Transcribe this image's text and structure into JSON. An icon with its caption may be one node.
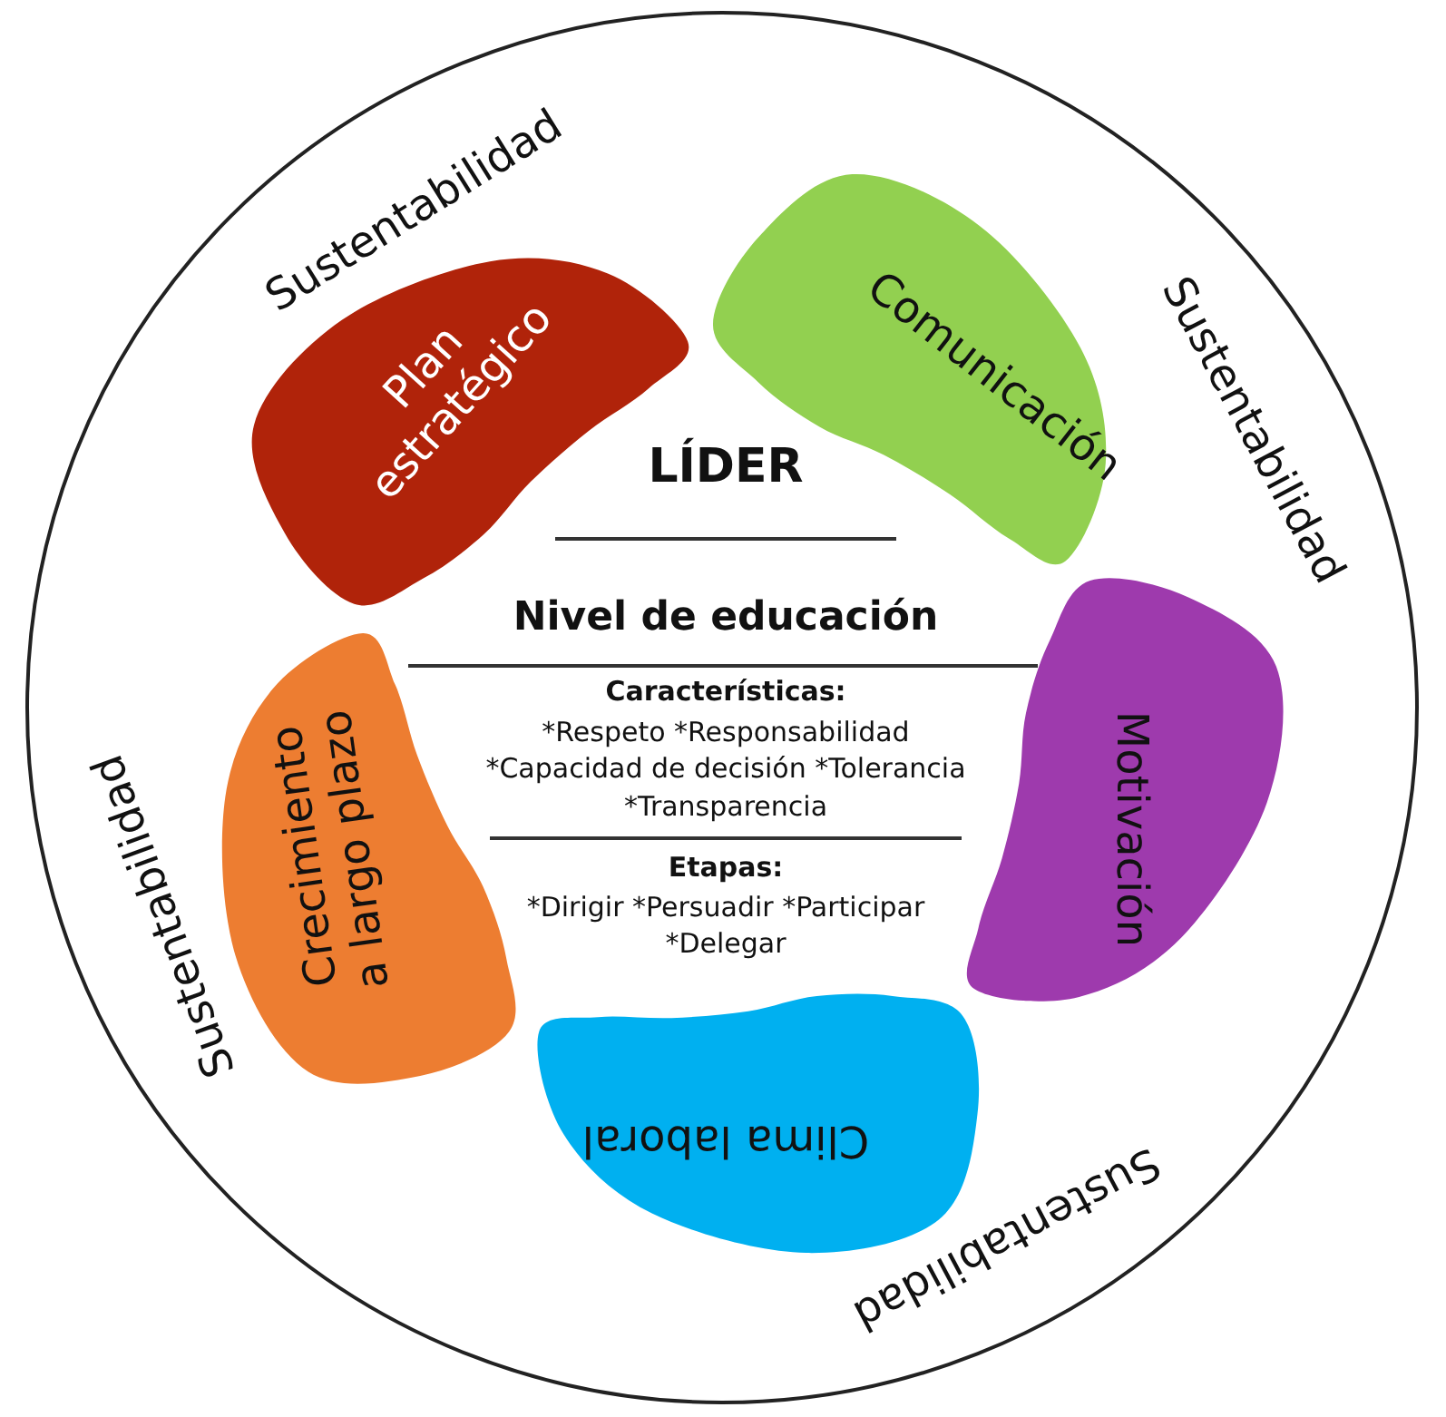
{
  "diagram": {
    "nodes": [
      {
        "text": [
          "Sustentabilidad",
          "Sustentabilidad",
          "Sustentabilidad",
          "Sustentabilidad"
        ]
      },
      {
        "text": [
          "Plan estratégico"
        ],
        "in": 0
      },
      {
        "text": [
          "Comunicación"
        ],
        "in": 0
      },
      {
        "text": [
          "Motivación"
        ],
        "in": 0
      },
      {
        "text": [
          "Clima laboral"
        ],
        "in": 0
      },
      {
        "text": [
          "Crecimiento a largo plazo"
        ],
        "in": 0
      }
    ],
    "labels": [
      "LÍDER",
      "Nivel de educación",
      "Características:",
      "*Respeto *Responsabilidad *Capacidad de decisión *Tolerancia *Transparencia",
      "Etapas:",
      "*Dirigir *Persuadir *Participar *Delegar"
    ]
  }
}
